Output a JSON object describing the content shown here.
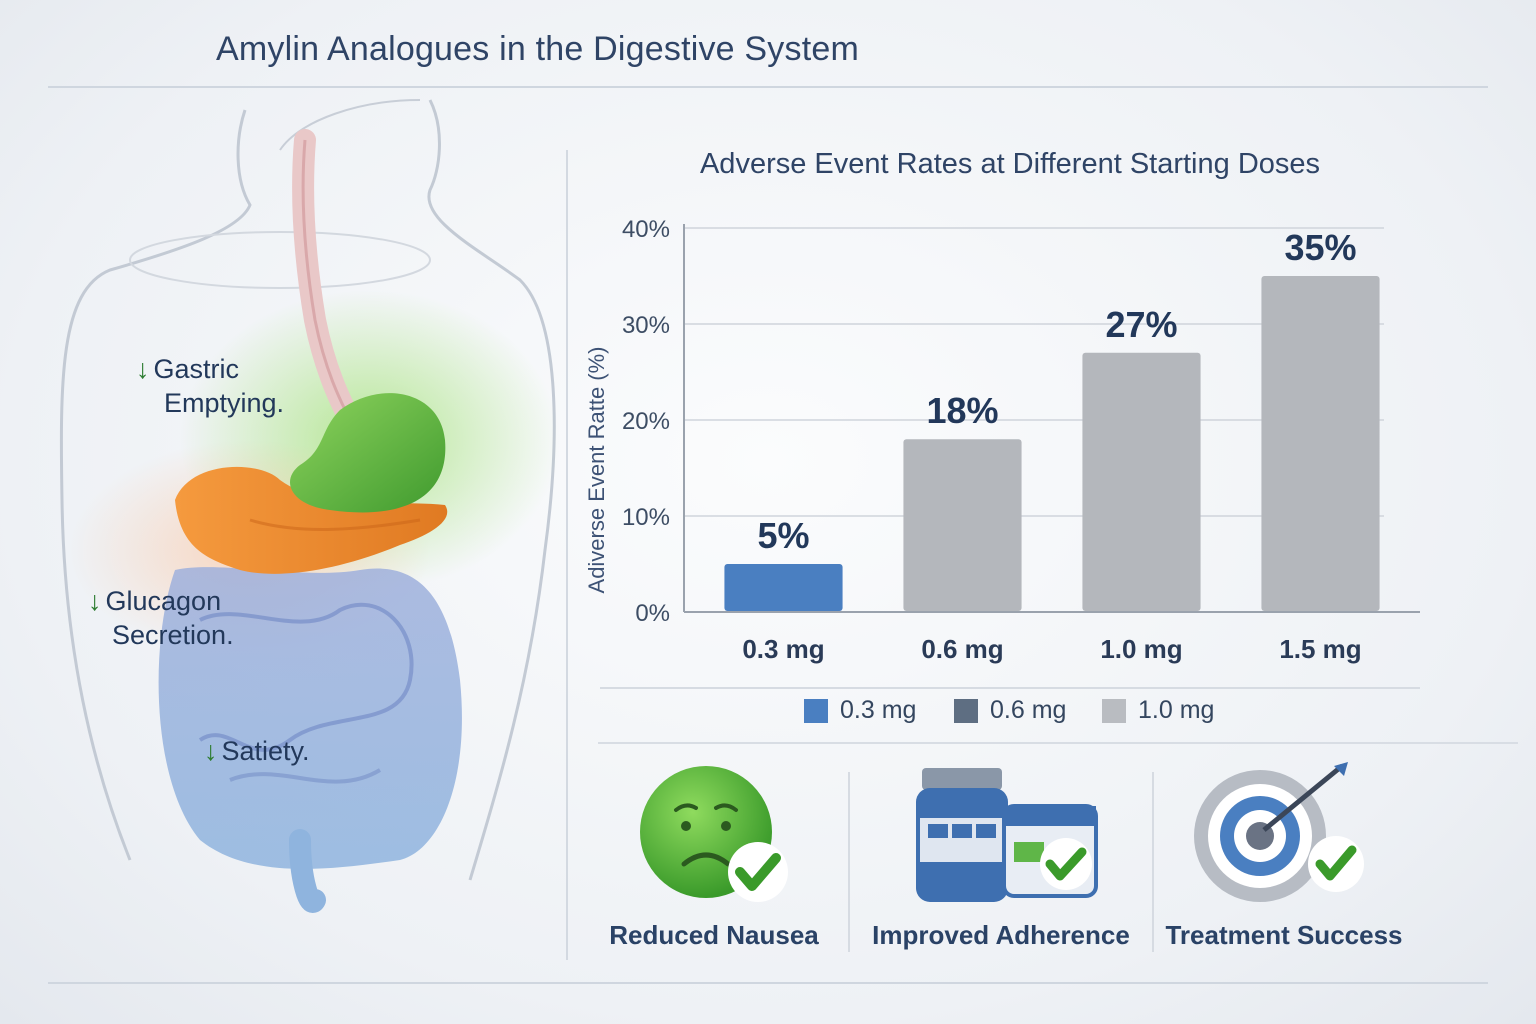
{
  "page": {
    "title": "Amylin Analogues in the Digestive System"
  },
  "anatomy": {
    "annotations": [
      {
        "text": "Gastric",
        "text2": "Emptying."
      },
      {
        "text": "Glucagon",
        "text2": "Secretion."
      },
      {
        "text": "Satiety."
      }
    ],
    "arrow_glyph": "↓",
    "colors": {
      "stomach": "#6cc24a",
      "pancreas": "#f08a2c",
      "intestine": "#8ea6d8",
      "arrow": "#2e7d32"
    }
  },
  "chart_data": {
    "type": "bar",
    "title": "Adverse Event Rates at Different Starting Doses",
    "ylabel": "Adiverse Event Ratte (%)",
    "xlabel": "",
    "ylim": [
      0,
      40
    ],
    "yticks": [
      "0%",
      "10%",
      "20%",
      "30%",
      "40%"
    ],
    "categories": [
      "0.3 mg",
      "0.6 mg",
      "1.0 mg",
      "1.5 mg"
    ],
    "values": [
      5,
      18,
      27,
      35
    ],
    "data_labels": [
      "5%",
      "18%",
      "27%",
      "35%"
    ],
    "bar_colors": [
      "#4a7fc1",
      "#b4b7bc",
      "#b4b7bc",
      "#b4b7bc"
    ],
    "grid": true,
    "legend": [
      {
        "label": "0.3 mg",
        "color": "#4a7fc1"
      },
      {
        "label": "0.6 mg",
        "color": "#5e6e82"
      },
      {
        "label": "1.0 mg",
        "color": "#b9bcc1"
      }
    ],
    "legend_position": "bottom"
  },
  "benefits": [
    {
      "label": "Reduced Nausea",
      "icon": "sad-face-check-icon"
    },
    {
      "label": "Improved Adherence",
      "icon": "pill-bottle-calendar-check-icon"
    },
    {
      "label": "Treatment Success",
      "icon": "target-arrow-check-icon"
    }
  ]
}
